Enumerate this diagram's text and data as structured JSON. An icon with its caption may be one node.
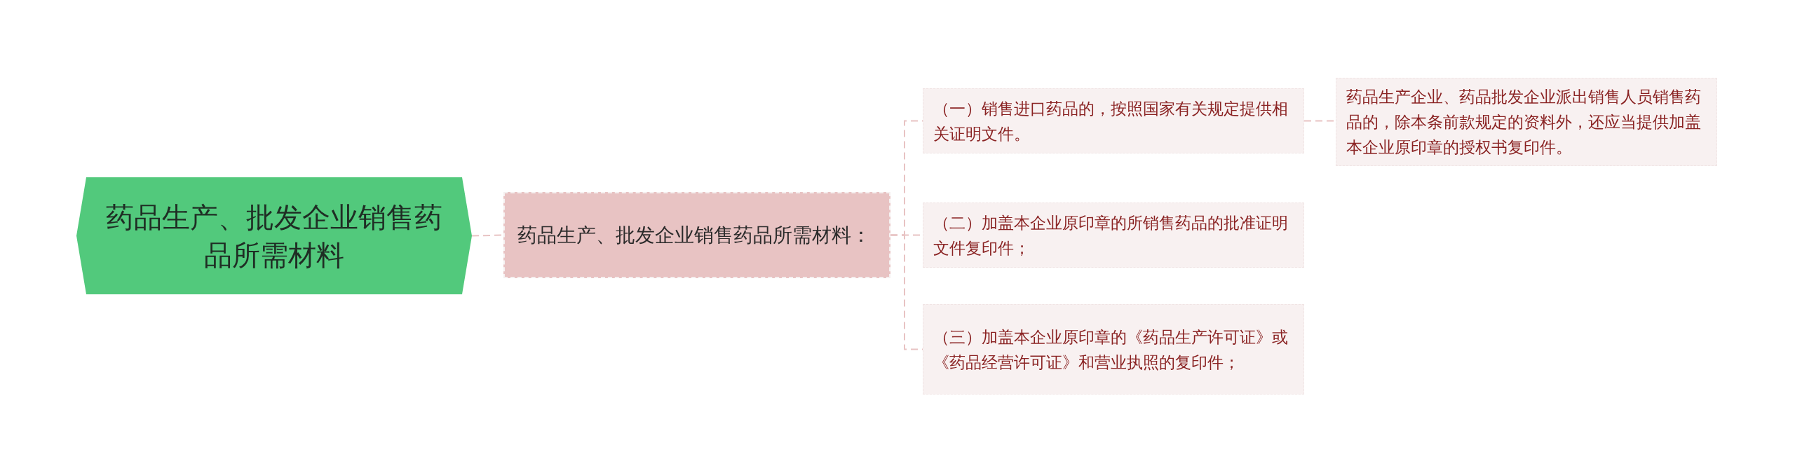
{
  "diagram": {
    "nodes": [
      {
        "text": [
          "药品生产、批发企业销售药品所需材料"
        ]
      },
      {
        "text": [
          "药品生产、批发企业销售药品所需材料："
        ]
      },
      {
        "text": [
          "（一）销售进口药品的，按照国家有关规定提供相关证明文件。"
        ]
      },
      {
        "text": [
          "（二）加盖本企业原印章的所销售药品的批准证明文件复印件；"
        ]
      },
      {
        "text": [
          "（三）加盖本企业原印章的《药品生产许可证》或《药品经营许可证》和营业执照的复印件；"
        ]
      },
      {
        "text": [
          "药品生产企业、药品批发企业派出销售人员销售药品的，除本条前款规定的资料外，还应当提供加盖本企业原印章的授权书复印件。"
        ]
      }
    ],
    "edges": [
      {
        "from": 0,
        "to": 1,
        "arrow": "none",
        "style": "dashed"
      },
      {
        "from": 1,
        "to": 2,
        "arrow": "none",
        "style": "dashed"
      },
      {
        "from": 1,
        "to": 3,
        "arrow": "none",
        "style": "dashed"
      },
      {
        "from": 1,
        "to": 4,
        "arrow": "none",
        "style": "dashed"
      },
      {
        "from": 2,
        "to": 5,
        "arrow": "none",
        "style": "dashed"
      }
    ]
  }
}
